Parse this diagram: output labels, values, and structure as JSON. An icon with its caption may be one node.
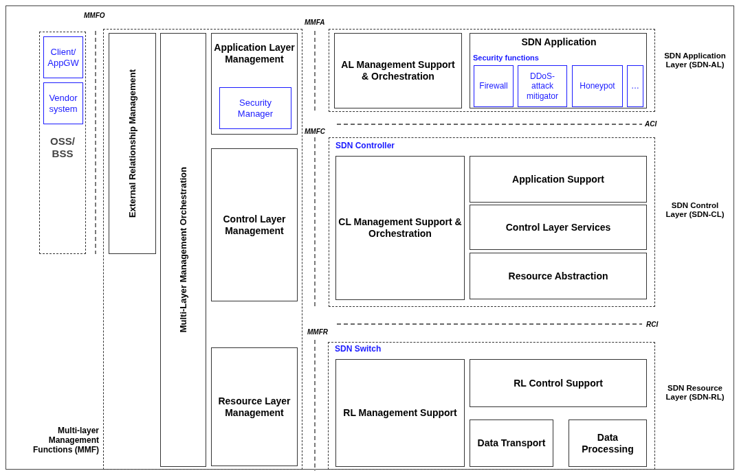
{
  "diagram": {
    "nodes": [
      {
        "text": [
          "OSS/ BSS"
        ]
      },
      {
        "text": [
          "Client/ AppGW"
        ],
        "in": 0
      },
      {
        "text": [
          "Vendor system"
        ],
        "in": 0
      },
      {
        "text": [
          "Multi-layer Management Functions (MMF)"
        ]
      },
      {
        "text": [
          "External Relationship Management"
        ],
        "in": 3
      },
      {
        "text": [
          "Multi-Layer Management Orchestration"
        ],
        "in": 3
      },
      {
        "text": [
          "Application Layer Management"
        ],
        "in": 3
      },
      {
        "text": [
          "Security Manager"
        ],
        "in": 6
      },
      {
        "text": [
          "Control Layer Management"
        ],
        "in": 3
      },
      {
        "text": [
          "Resource Layer Management"
        ],
        "in": 3
      },
      {
        "text": [],
        "shape": "box",
        "beside": [
          "SDN Application Layer (SDN-AL)"
        ]
      },
      {
        "text": [
          "AL Management Support & Orchestration"
        ],
        "in": 10
      },
      {
        "text": [
          "SDN Application",
          "Security functions"
        ],
        "in": 10
      },
      {
        "text": [
          "Firewall"
        ],
        "in": 12
      },
      {
        "text": [
          "DDoS-attack mitigator"
        ],
        "in": 12
      },
      {
        "text": [
          "Honeypot"
        ],
        "in": 12
      },
      {
        "text": [
          "…"
        ],
        "in": 12
      },
      {
        "text": [
          "SDN Controller"
        ],
        "beside": [
          "SDN Control Layer (SDN-CL)"
        ]
      },
      {
        "text": [
          "CL Management Support & Orchestration"
        ],
        "in": 17
      },
      {
        "text": [
          "Application Support"
        ],
        "in": 17
      },
      {
        "text": [
          "Control Layer Services"
        ],
        "in": 17
      },
      {
        "text": [
          "Resource Abstraction"
        ],
        "in": 17
      },
      {
        "text": [
          "SDN Switch"
        ],
        "beside": [
          "SDN Resource Layer (SDN-RL)"
        ]
      },
      {
        "text": [
          "RL Management Support"
        ],
        "in": 22
      },
      {
        "text": [
          "RL Control Support"
        ],
        "in": 22
      },
      {
        "text": [
          "Data Transport"
        ],
        "in": 22
      },
      {
        "text": [
          "Data Processing"
        ],
        "in": 22
      }
    ],
    "edges": [],
    "labels": [
      "MMFO",
      "MMFA",
      "ACI",
      "MMFC",
      "RCI",
      "MMFR"
    ]
  }
}
